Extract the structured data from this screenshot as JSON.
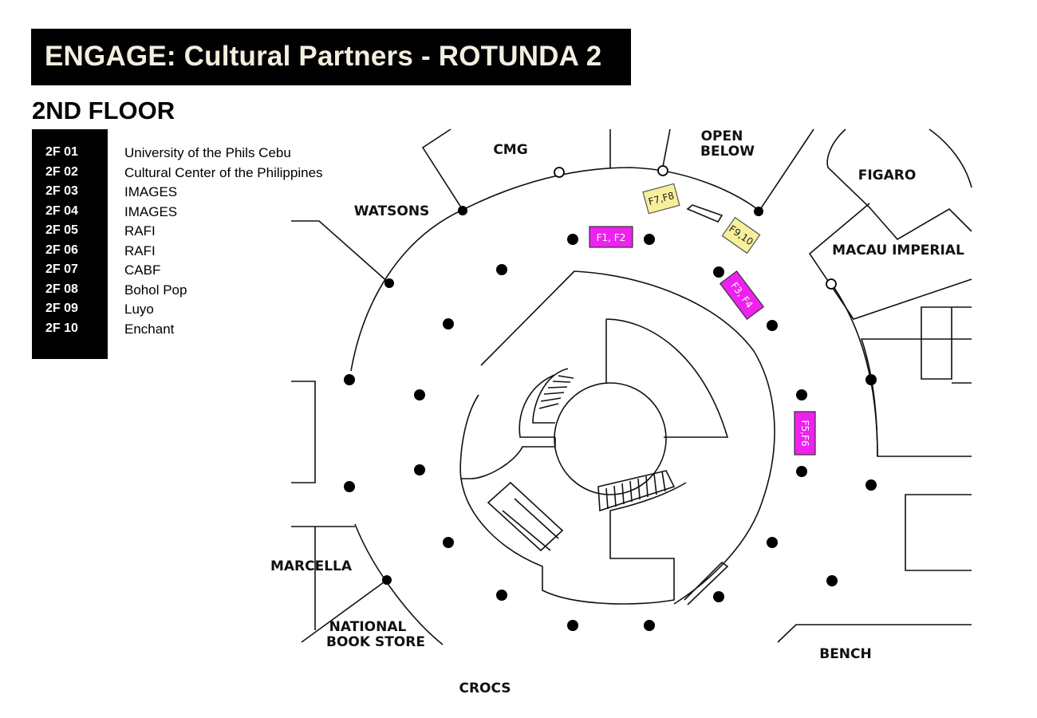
{
  "header": {
    "title": "ENGAGE: Cultural Partners - ROTUNDA 2"
  },
  "floor": {
    "label": "2ND FLOOR"
  },
  "legend": [
    {
      "code": "2F 01",
      "name": "University of the Phils Cebu"
    },
    {
      "code": "2F 02",
      "name": "Cultural Center of the Philippines"
    },
    {
      "code": "2F 03",
      "name": "IMAGES"
    },
    {
      "code": "2F 04",
      "name": "IMAGES"
    },
    {
      "code": "2F 05",
      "name": "RAFI"
    },
    {
      "code": "2F 06",
      "name": "RAFI"
    },
    {
      "code": "2F 07",
      "name": "CABF"
    },
    {
      "code": "2F 08",
      "name": "Bohol Pop"
    },
    {
      "code": "2F 09",
      "name": "Luyo"
    },
    {
      "code": "2F 10",
      "name": "Enchant"
    }
  ],
  "map": {
    "stores": {
      "cmg": "CMG",
      "open_below_1": "OPEN",
      "open_below_2": "BELOW",
      "figaro": "FIGARO",
      "watsons": "WATSONS",
      "macau_imperial": "MACAU IMPERIAL",
      "marcella": "MARCELLA",
      "nbs_1": "NATIONAL",
      "nbs_2": "BOOK STORE",
      "bench": "BENCH",
      "crocs": "CROCS"
    },
    "booths": {
      "f1_f2": "F1, F2",
      "f3_f4": "F3, F4",
      "f5_f6": "F5,F6",
      "f7_f8": "F7,F8",
      "f9_f10": "F9,10"
    },
    "colors": {
      "cultural_booth": "#ee22ee",
      "other_booth": "#f7f09a",
      "title_text": "#f3efdf"
    }
  }
}
